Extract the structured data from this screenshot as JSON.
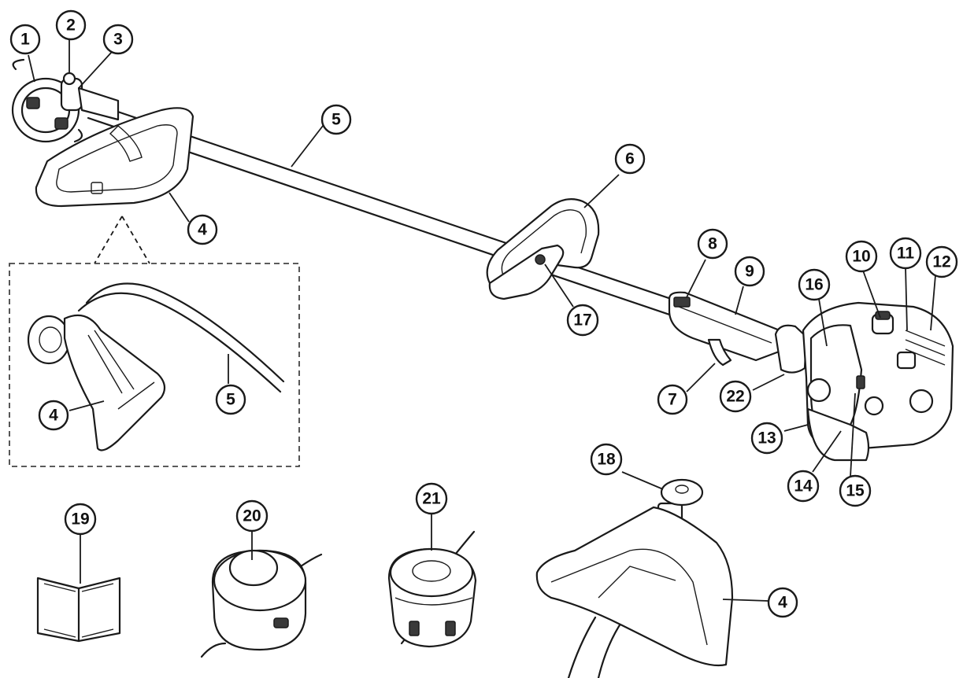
{
  "callouts": [
    {
      "label": "1"
    },
    {
      "label": "2"
    },
    {
      "label": "3"
    },
    {
      "label": "5"
    },
    {
      "label": "4"
    },
    {
      "label": "6"
    },
    {
      "label": "8"
    },
    {
      "label": "9"
    },
    {
      "label": "10"
    },
    {
      "label": "11"
    },
    {
      "label": "12"
    },
    {
      "label": "16"
    },
    {
      "label": "17"
    },
    {
      "label": "7"
    },
    {
      "label": "22"
    },
    {
      "label": "13"
    },
    {
      "label": "14"
    },
    {
      "label": "15"
    },
    {
      "label": "4"
    },
    {
      "label": "5"
    },
    {
      "label": "18"
    },
    {
      "label": "19"
    },
    {
      "label": "20"
    },
    {
      "label": "21"
    },
    {
      "label": "4"
    }
  ]
}
